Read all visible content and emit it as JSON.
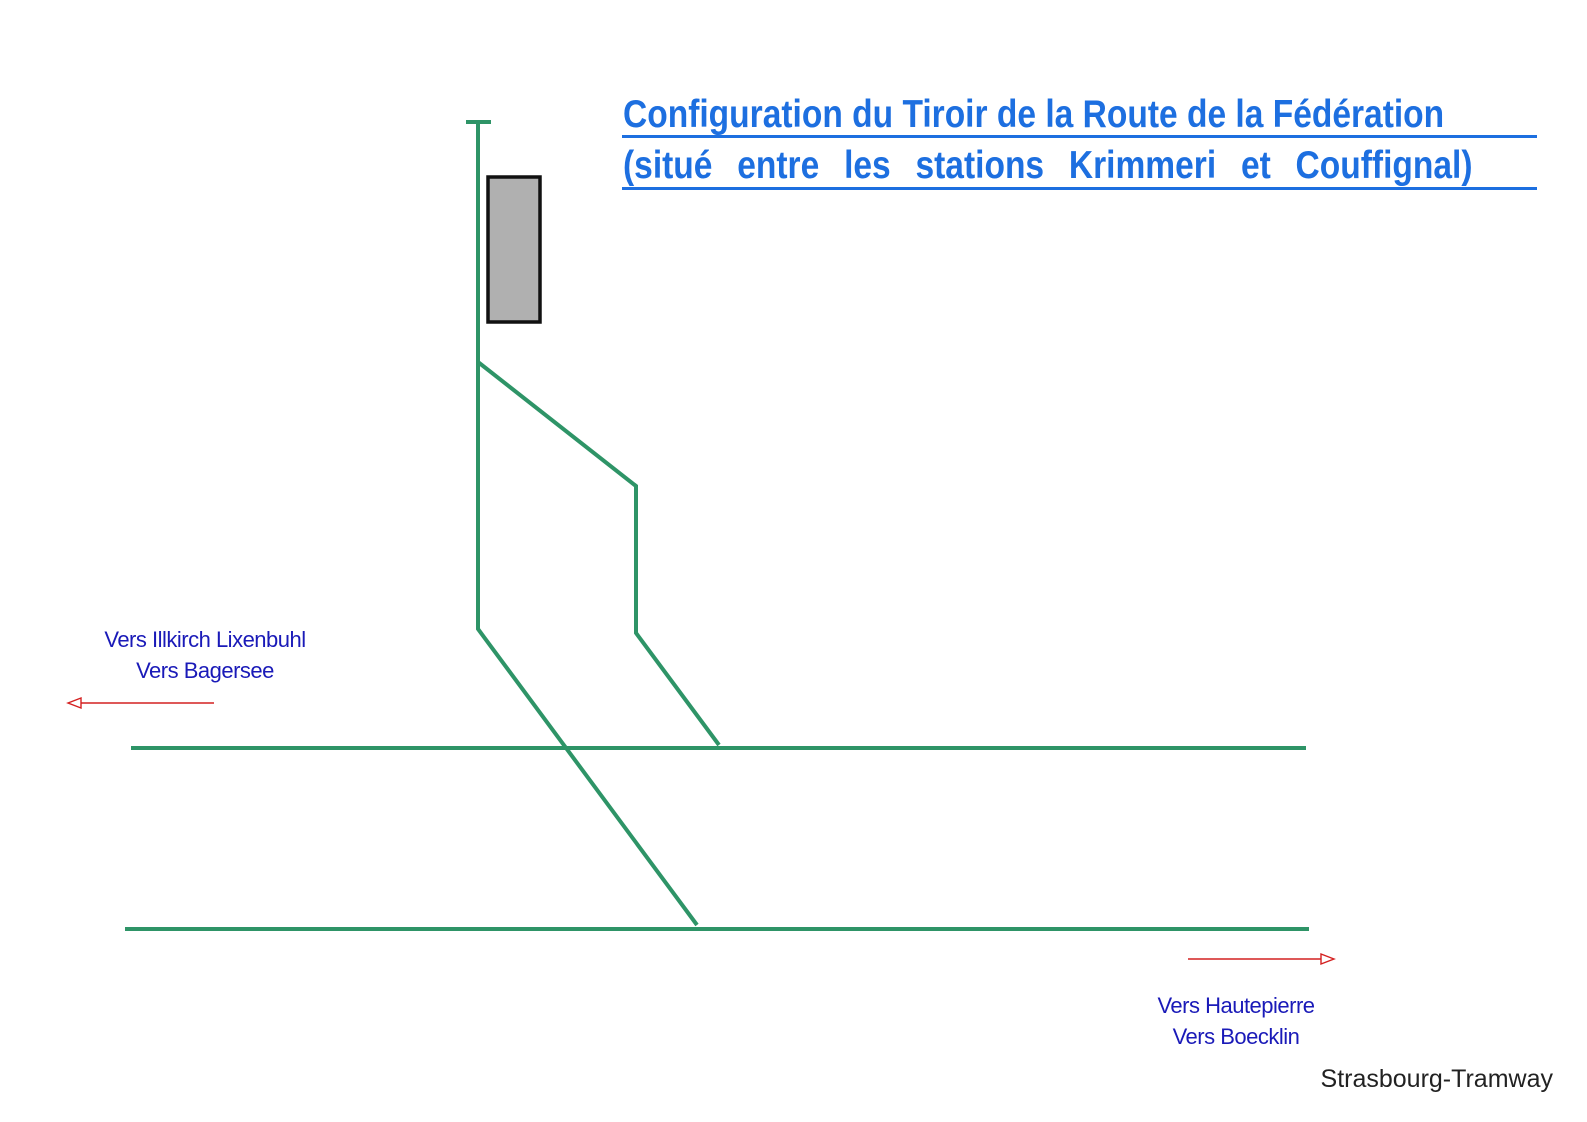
{
  "title": {
    "line1": "Configuration du Tiroir de la Route de la Fédération",
    "line2": "(situé entre les stations Krimmeri et Couffignal)",
    "color": "#1d6fe0"
  },
  "directions": {
    "west": {
      "line1": "Vers Illkirch Lixenbuhl",
      "line2": "Vers Bagersee"
    },
    "east": {
      "line1": "Vers Hautepierre",
      "line2": "Vers Boecklin"
    }
  },
  "credit": "Strasbourg-Tramway",
  "colors": {
    "track": "#2e9467",
    "arrow": "#d42020",
    "label": "#1a1ab8",
    "tram_fill": "#b0b0b0",
    "tram_outline": "#111111"
  }
}
